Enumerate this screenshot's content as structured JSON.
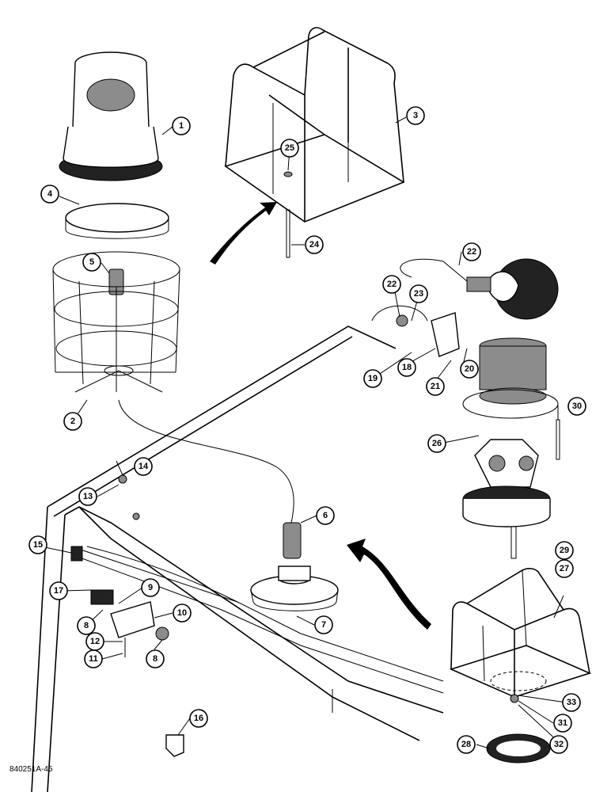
{
  "document_id": "840251A-45",
  "callouts": [
    {
      "label": "1"
    },
    {
      "label": "2"
    },
    {
      "label": "3"
    },
    {
      "label": "4"
    },
    {
      "label": "5"
    },
    {
      "label": "6"
    },
    {
      "label": "7"
    },
    {
      "label": "8"
    },
    {
      "label": "8"
    },
    {
      "label": "9"
    },
    {
      "label": "10"
    },
    {
      "label": "11"
    },
    {
      "label": "12"
    },
    {
      "label": "13"
    },
    {
      "label": "14"
    },
    {
      "label": "15"
    },
    {
      "label": "16"
    },
    {
      "label": "17"
    },
    {
      "label": "18"
    },
    {
      "label": "19"
    },
    {
      "label": "20"
    },
    {
      "label": "21"
    },
    {
      "label": "22"
    },
    {
      "label": "22"
    },
    {
      "label": "23"
    },
    {
      "label": "24"
    },
    {
      "label": "25"
    },
    {
      "label": "26"
    },
    {
      "label": "27"
    },
    {
      "label": "28"
    },
    {
      "label": "29"
    },
    {
      "label": "30"
    },
    {
      "label": "31"
    },
    {
      "label": "32"
    },
    {
      "label": "33"
    }
  ]
}
